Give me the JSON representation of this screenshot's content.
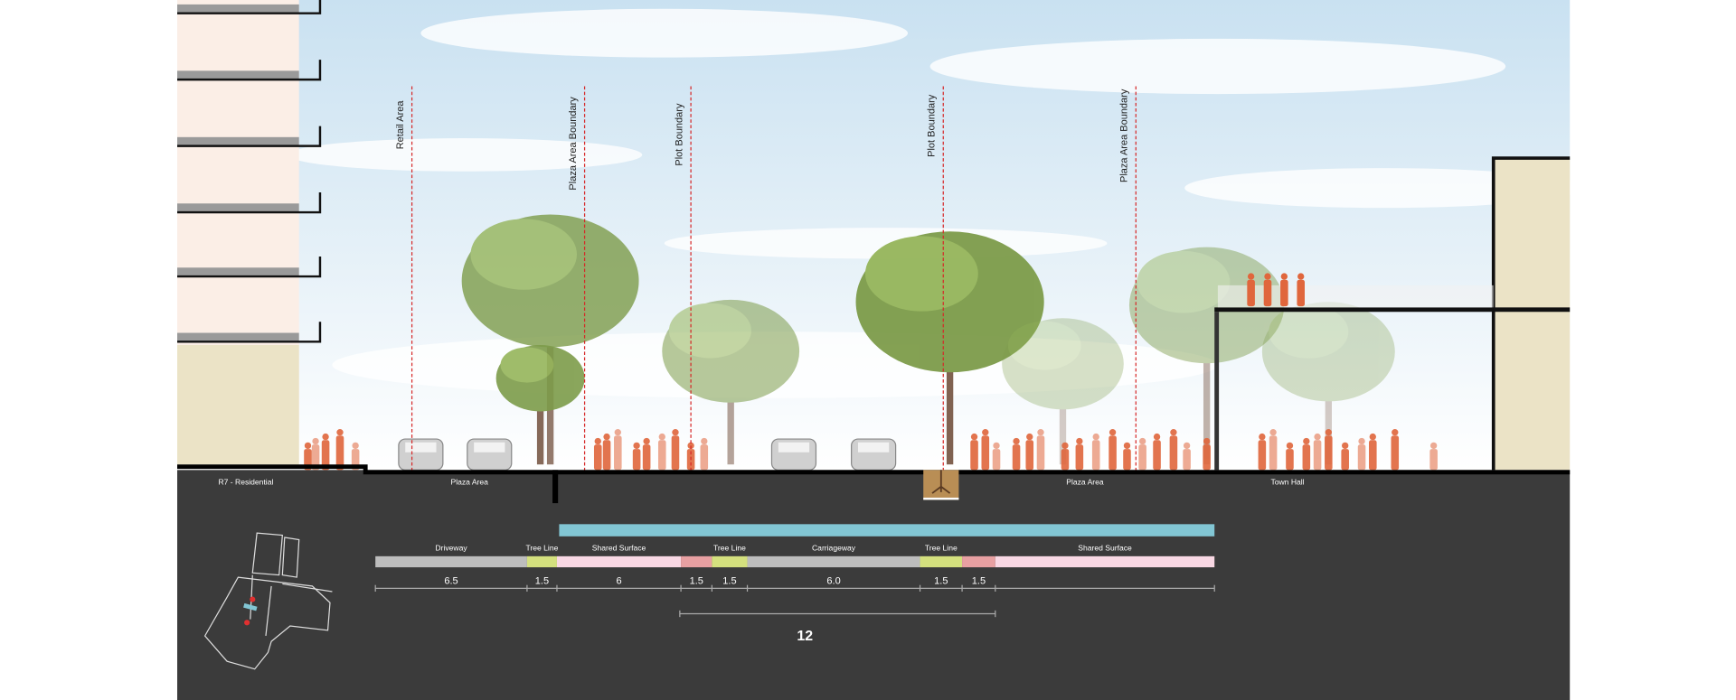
{
  "boundaries": [
    {
      "label": "Retail Area"
    },
    {
      "label": "Plaza Area Boundary"
    },
    {
      "label": "Plot Boundary"
    },
    {
      "label": "Plot Boundary"
    },
    {
      "label": "Plaza Area Boundary"
    }
  ],
  "ground_labels": [
    "R7 - Residential",
    "Plaza Area",
    "Plaza Area",
    "Town Hall"
  ],
  "segments": [
    {
      "label": "Driveway",
      "width": "6.5",
      "color": "#bdbdbd"
    },
    {
      "label": "Tree Line",
      "width": "1.5",
      "color": "#d4e07e"
    },
    {
      "label": "Shared Surface",
      "width": "6",
      "color": "#f9d8e4"
    },
    {
      "label": "",
      "width": "1.5",
      "color": "#e8a0a2"
    },
    {
      "label": "Tree Line",
      "width": "1.5",
      "color": "#d4e07e"
    },
    {
      "label": "Carriageway",
      "width": "6.0",
      "color": "#bdbdbd"
    },
    {
      "label": "Tree Line",
      "width": "1.5",
      "color": "#d4e07e"
    },
    {
      "label": "",
      "width": "1.5",
      "color": "#e8a0a2"
    },
    {
      "label": "Shared Surface",
      "width": "",
      "color": "#f9d8e4"
    }
  ],
  "overall_dimension": "12",
  "colors": {
    "panel": "#3b3b3b",
    "highlight": "#82c6d4",
    "people": "#e0663c",
    "boundary": "#d62828"
  }
}
